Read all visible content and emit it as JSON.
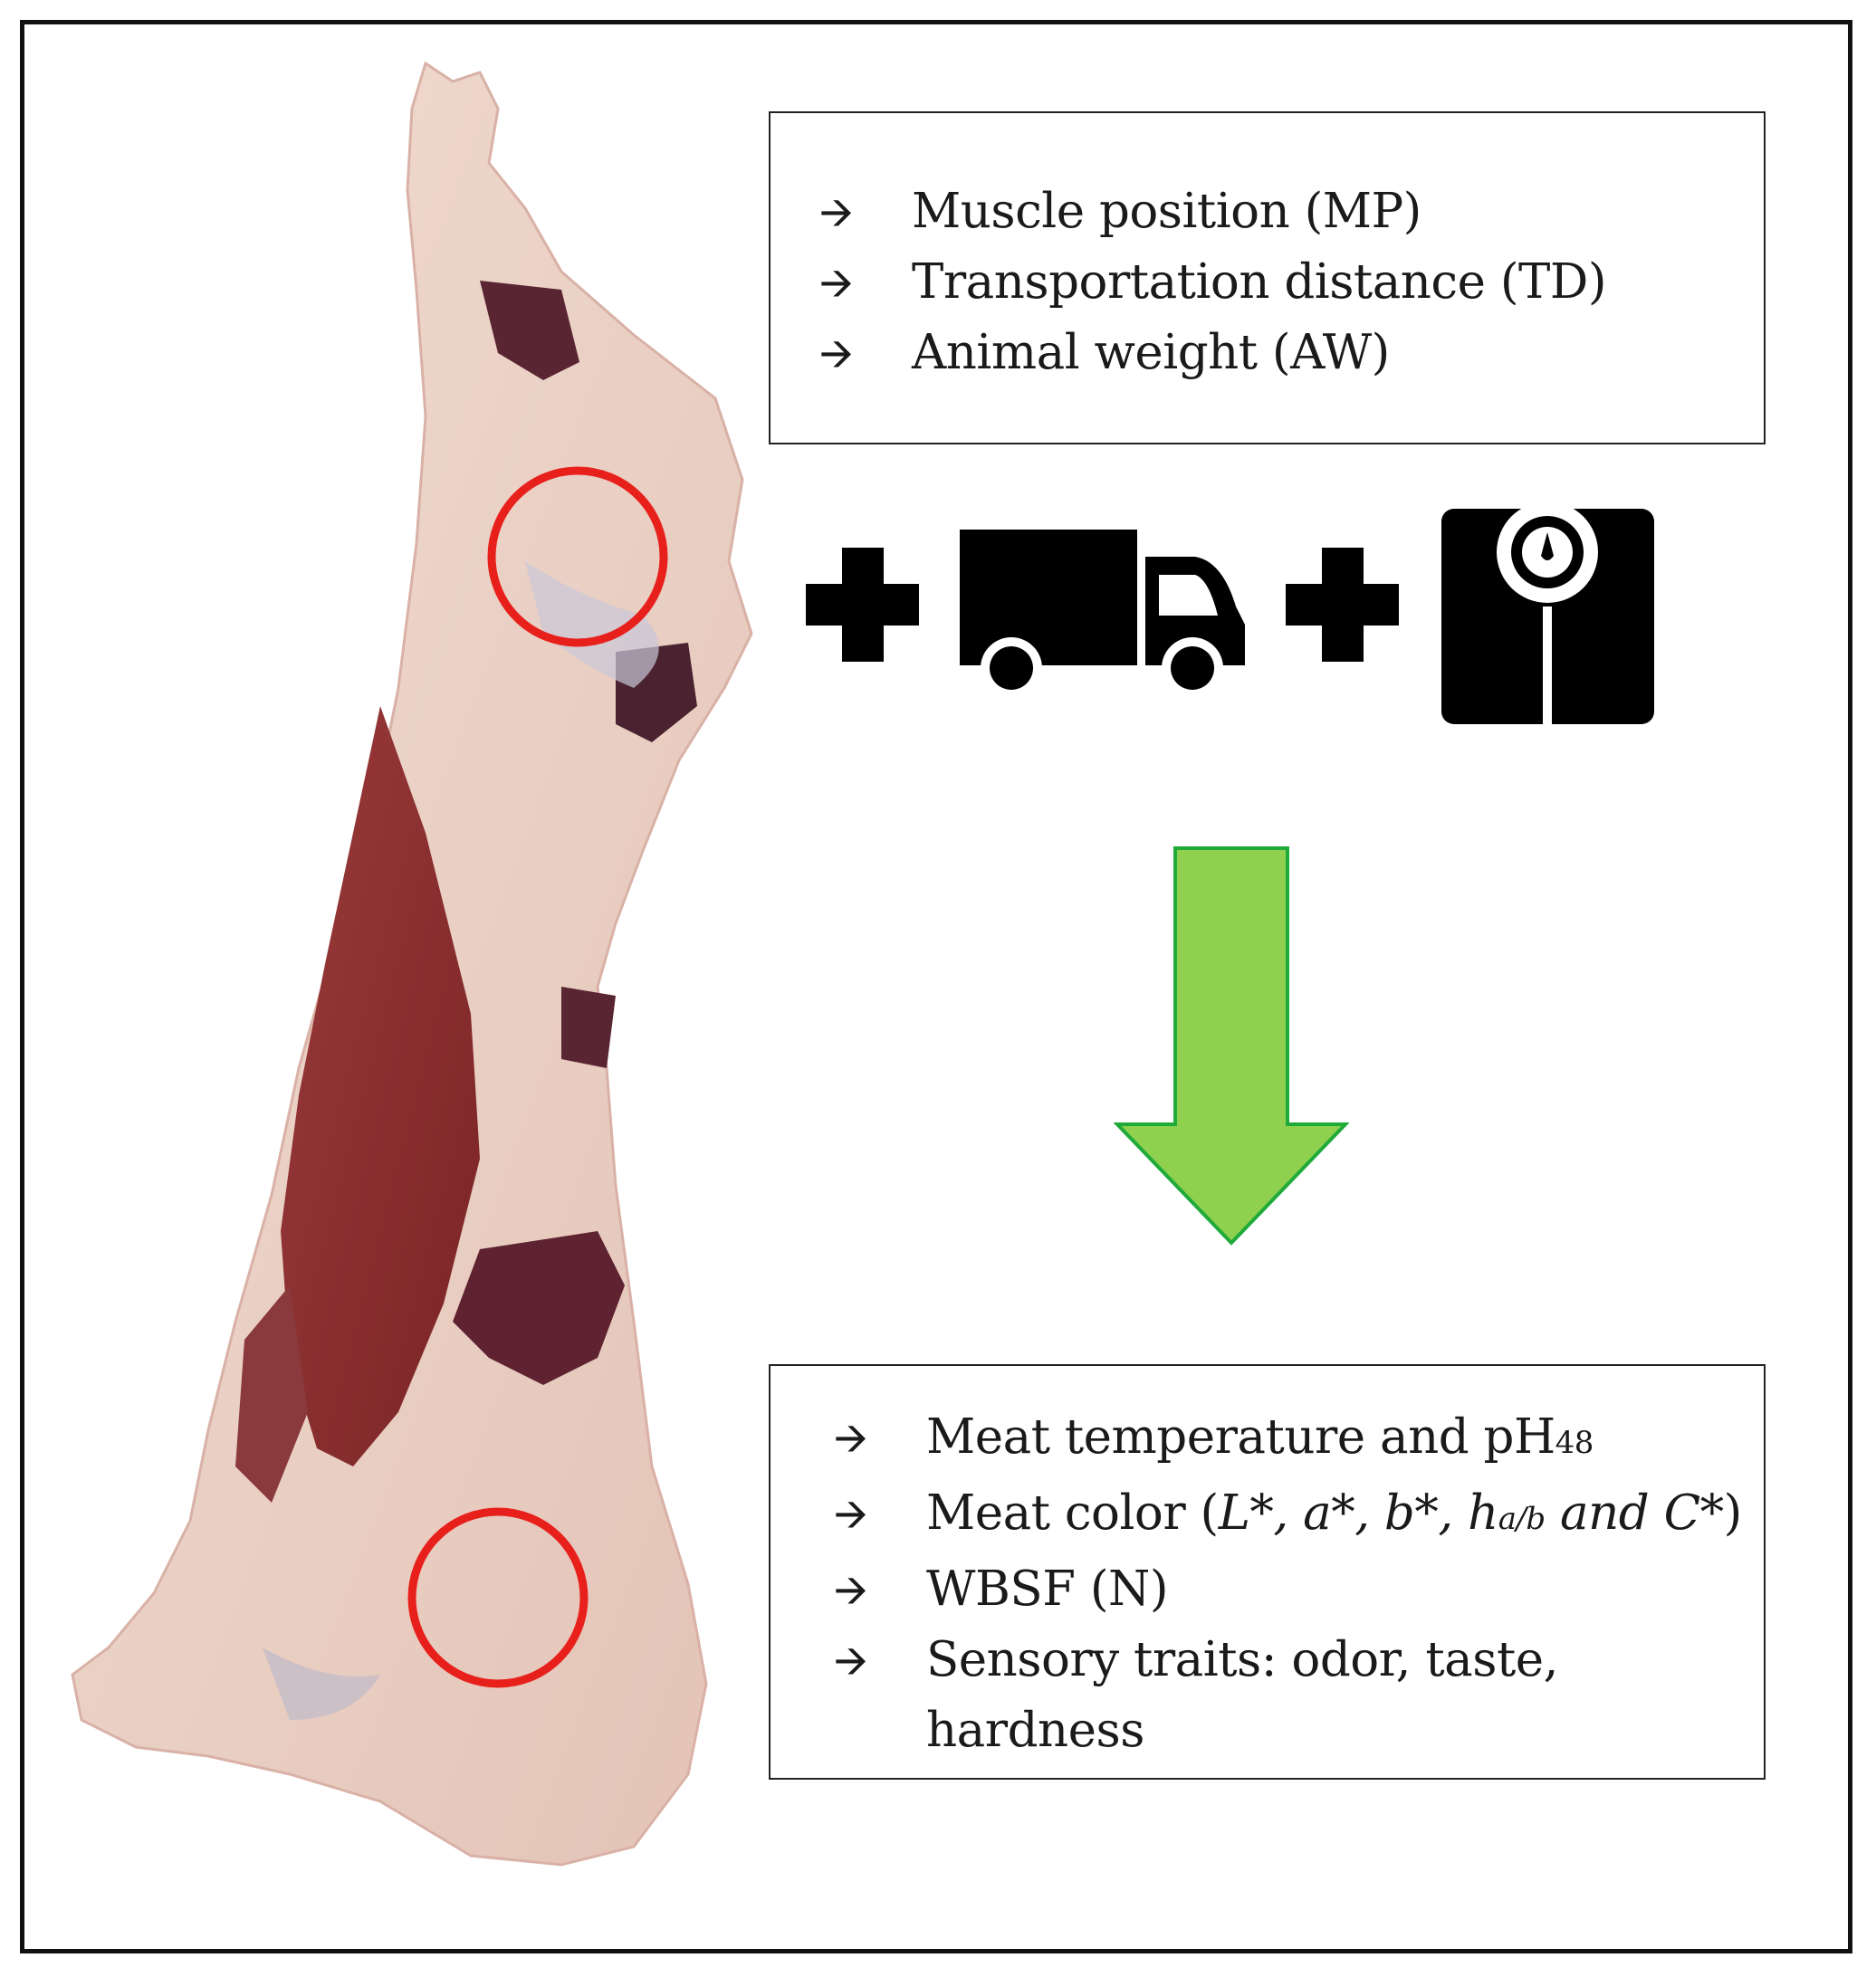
{
  "figure": {
    "inputs_box": {
      "items": [
        {
          "arrow": "🡪",
          "text": "Muscle position (MP)"
        },
        {
          "arrow": "🡪",
          "text": "Transportation distance (TD)"
        },
        {
          "arrow": "🡪",
          "text": "Animal weight (AW)"
        }
      ]
    },
    "outputs_box": {
      "item1": {
        "arrow": "🡪",
        "text": "Meat temperature and pH",
        "sub": "48"
      },
      "item2": {
        "arrow": "🡪",
        "prefix": "Meat color (",
        "L": "L*",
        "sep1": ", ",
        "a": "a*",
        "sep2": ", ",
        "b": "b*",
        "sep3": ", ",
        "h": "h",
        "h_sub": "a/b",
        "and": " and ",
        "C": "C*",
        "suffix": ")"
      },
      "item3": {
        "arrow": "🡪",
        "text": "WBSF (N)"
      },
      "item4": {
        "arrow": "🡪",
        "text_line1": "Sensory traits: odor, taste,",
        "text_line2": "hardness"
      }
    },
    "icons": [
      "plus-icon",
      "truck-icon",
      "plus-icon",
      "scale-icon"
    ],
    "colors": {
      "circle": "#e8201c",
      "arrow_fill": "#8fd14f",
      "arrow_stroke": "#1faa3a",
      "icon": "#000000"
    }
  }
}
